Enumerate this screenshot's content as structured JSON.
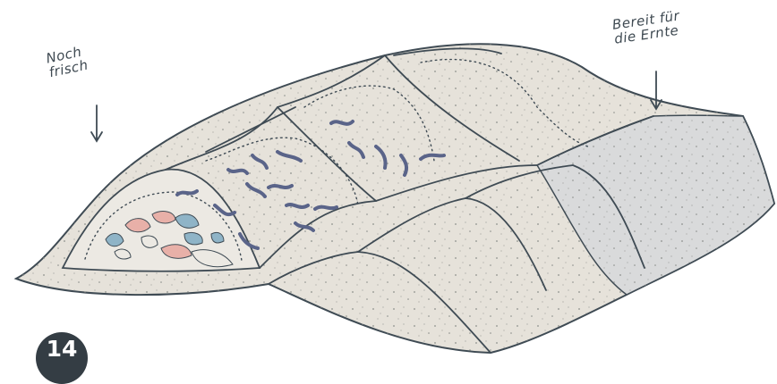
{
  "labels": {
    "fresh_line1": "Noch",
    "fresh_line2": "frisch",
    "ready_line1": "Bereit für",
    "ready_line2": "die Ernte"
  },
  "step_number": "14",
  "colors": {
    "fill_light": "#e6e2da",
    "fill_grey": "#d9dadb",
    "outline": "#3f4b54",
    "worm": "#5a6489",
    "scrap_blue": "#8fb4c7",
    "scrap_pink": "#e8b0a8",
    "badge": "#343d44"
  }
}
